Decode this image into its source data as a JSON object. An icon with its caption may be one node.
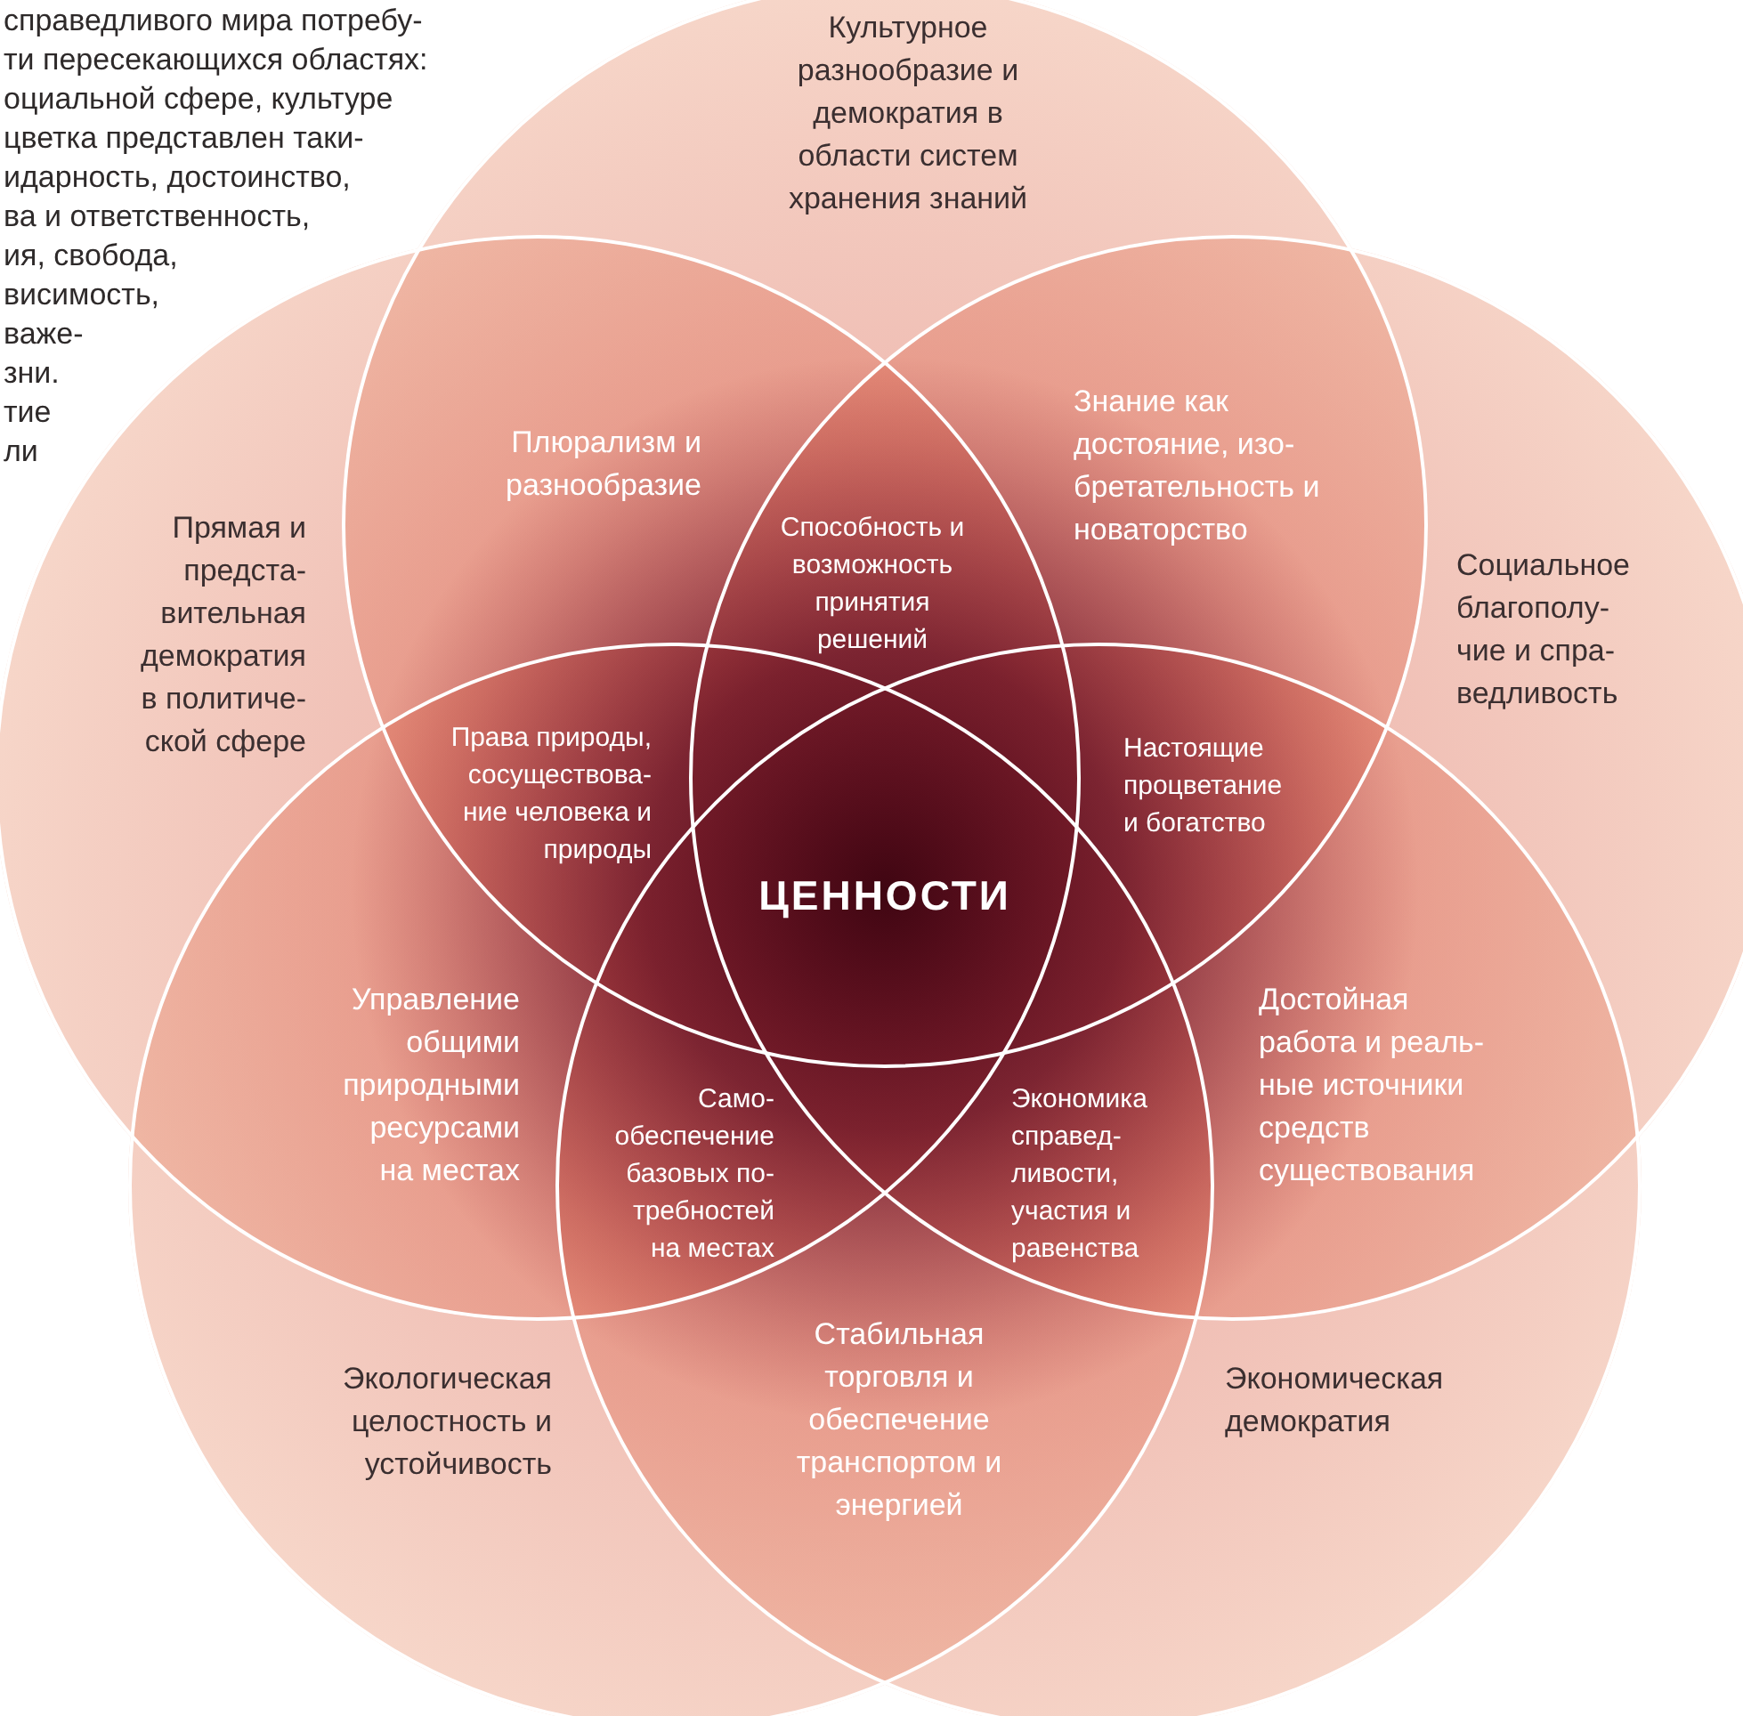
{
  "diagram": {
    "nodes": [
      {
        "text": [
          "Культурное разнообразие и демократия в области систем хранения знаний"
        ]
      },
      {
        "text": [
          "Прямая и предста- вительная демократия в политиче- ской сфере"
        ]
      },
      {
        "text": [
          "Социальное благополу- чие и спра- ведливость"
        ]
      },
      {
        "text": [
          "Экологическая целостность и устойчивость"
        ]
      },
      {
        "text": [
          "Экономическая демократия"
        ]
      }
    ],
    "labels": [
      "справедливого мира потребу-",
      "ти пересекающихся областях:",
      "оциальной сфере, культуре",
      "цветка представлен таки-",
      "идарность, достоинство,",
      "ва и ответственность,",
      "ия, свобода,",
      "висимость,",
      "важе-",
      "зни.",
      "тие",
      "ли",
      "Плюрализм и разнообразие",
      "Знание как достояние, изо- бретательность и новаторство",
      "Способность и возможность принятия решений",
      "Права природы, сосуществова- ние человека и природы",
      "Настоящие процветание и богатство",
      "ЦЕННОСТИ",
      "Управление общими природными ресурсами на местах",
      "Достойная работа и реаль- ные источники средств существования",
      "Само- обеспечение базовых по- требностей на местах",
      "Экономика справед- ливости, участия и равенства",
      "Стабильная торговля и обеспечение транспортом и энергией"
    ]
  }
}
